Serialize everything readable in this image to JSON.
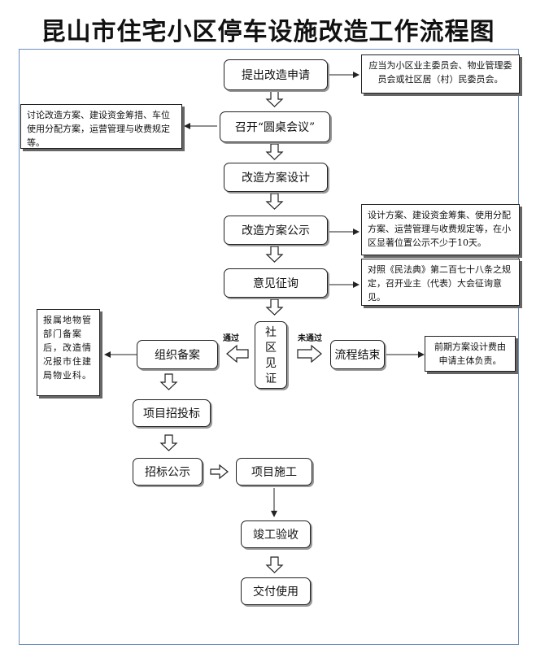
{
  "title": "昆山市住宅小区停车设施改造工作流程图",
  "nodes": {
    "apply": "提出改造申请",
    "roundtable": "召开“圆桌会议”",
    "design": "改造方案设计",
    "publicize": "改造方案公示",
    "consult": "意见征询",
    "review": "社区见证",
    "record": "组织备案",
    "end": "流程结束",
    "bidding": "项目招投标",
    "bid_publicize": "招标公示",
    "construction": "项目施工",
    "acceptance": "竣工验收",
    "delivery": "交付使用"
  },
  "notes": {
    "apply": "应当为小区业主委员会、物业管理委员会或社区居（村）民委员会。",
    "roundtable": "讨论改造方案、建设资金筹措、车位使用分配方案，运营管理与收费规定等。",
    "publicize": "设计方案、建设资金筹集、使用分配方案、运营管理与收费规定等，在小区显著位置公示不少于10天。",
    "consult": "对照《民法典》第二百七十八条之规定，召开业主（代表）大会征询意见。",
    "record": "报属地物管部门备案后，改造情况报市住建局物业科。",
    "end": "前期方案设计费由申请主体负责。"
  },
  "labels": {
    "pass": "通过",
    "fail": "未通过"
  }
}
